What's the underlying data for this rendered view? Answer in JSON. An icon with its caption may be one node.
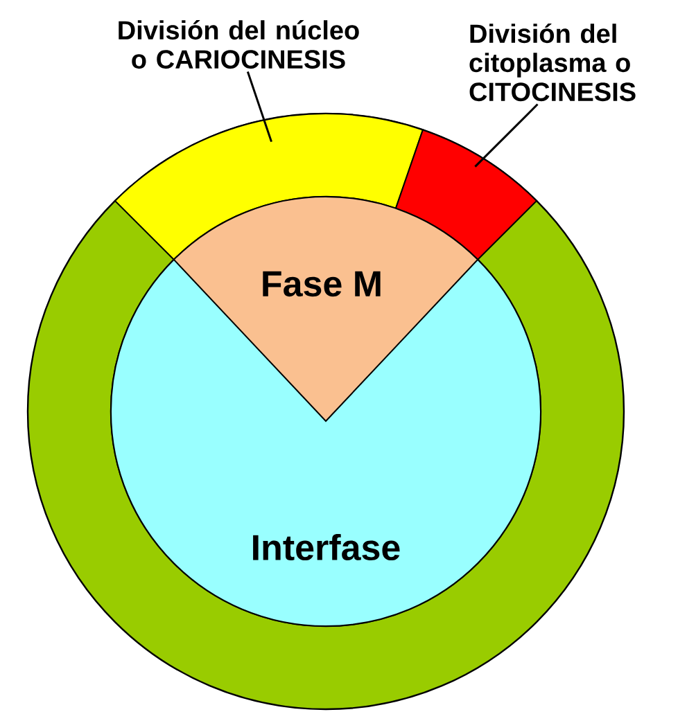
{
  "diagram": {
    "nodes": [
      {
        "text": [
          "División del núcleo o CARIOCINESIS"
        ]
      },
      {
        "text": [
          "División del citoplasma o CITOCINESIS"
        ]
      },
      {
        "text": [],
        "shape": "band"
      },
      {
        "text": [],
        "shape": "band"
      },
      {
        "text": [
          "Interfase"
        ]
      },
      {
        "text": [
          "Fase M"
        ],
        "in": 4
      }
    ],
    "edges": [
      {
        "from": 0,
        "to": 2,
        "arrow": "none"
      },
      {
        "from": 1,
        "to": 3,
        "arrow": "none"
      }
    ]
  }
}
